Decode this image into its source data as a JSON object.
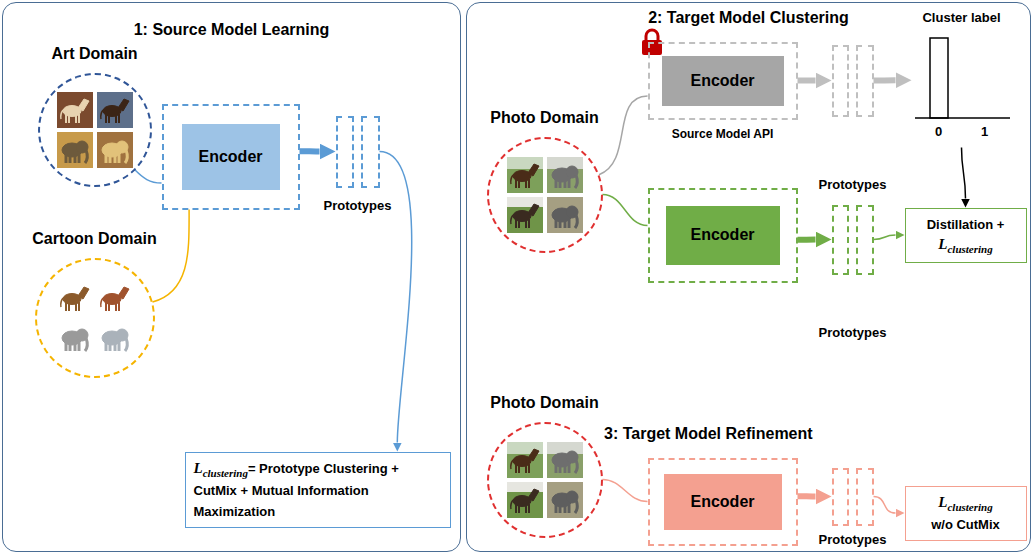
{
  "diagram": {
    "nodes": [
      {
        "text": [
          "1: Source Model Learning"
        ]
      },
      {
        "text": [
          "Art Domain"
        ],
        "in": 0
      },
      {
        "text": [
          "Cartoon Domain"
        ],
        "in": 0
      },
      {
        "text": [
          "Encoder"
        ],
        "in": 0
      },
      {
        "text": [
          "Prototypes"
        ],
        "in": 0
      },
      {
        "text": [
          "L",
          "clustering",
          "= Prototype Clustering + CutMix + Mutual Information Maximization"
        ],
        "in": 0
      },
      {
        "text": [
          "2: Target Model Clustering",
          "3: Target Model Refinement"
        ]
      },
      {
        "text": [
          "Photo Domain"
        ],
        "in": 6
      },
      {
        "text": [
          "Encoder",
          "Source Model API"
        ],
        "in": 6
      },
      {
        "text": [
          "Prototypes"
        ],
        "in": 6
      },
      {
        "text": [
          "Cluster label",
          "0",
          "1"
        ],
        "in": 6
      },
      {
        "text": [
          "Encoder"
        ],
        "in": 6
      },
      {
        "text": [
          "Prototypes"
        ],
        "in": 6
      },
      {
        "text": [
          "Distillation +",
          "L",
          "clustering"
        ],
        "in": 6
      },
      {
        "text": [
          "Photo Domain"
        ],
        "in": 6
      },
      {
        "text": [
          "Encoder"
        ],
        "in": 6
      },
      {
        "text": [
          "Prototypes"
        ],
        "in": 6
      },
      {
        "text": [
          "L",
          "clustering",
          "w/o CutMix"
        ],
        "in": 6
      }
    ],
    "edges": [
      {
        "from": 1,
        "to": 3,
        "arrow": "none"
      },
      {
        "from": 2,
        "to": 3,
        "arrow": "none"
      },
      {
        "from": 3,
        "to": 4,
        "arrow": "to"
      },
      {
        "from": 4,
        "to": 5,
        "arrow": "to"
      },
      {
        "from": 7,
        "to": 8,
        "arrow": "none"
      },
      {
        "from": 7,
        "to": 11,
        "arrow": "none"
      },
      {
        "from": 8,
        "to": 9,
        "arrow": "to"
      },
      {
        "from": 9,
        "to": 10,
        "arrow": "to"
      },
      {
        "from": 10,
        "to": 13,
        "arrow": "to"
      },
      {
        "from": 11,
        "to": 12,
        "arrow": "to"
      },
      {
        "from": 12,
        "to": 13,
        "arrow": "to"
      },
      {
        "from": 14,
        "to": 15,
        "arrow": "none"
      },
      {
        "from": 15,
        "to": 16,
        "arrow": "to"
      },
      {
        "from": 16,
        "to": 17,
        "arrow": "to"
      }
    ]
  }
}
